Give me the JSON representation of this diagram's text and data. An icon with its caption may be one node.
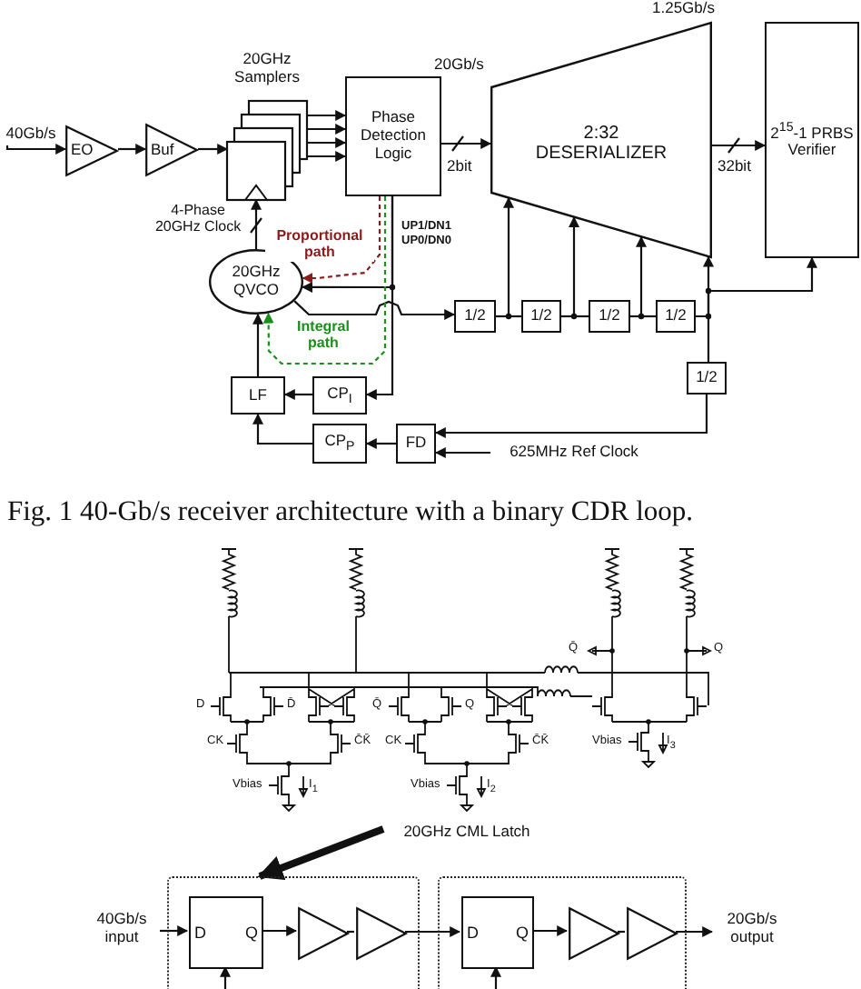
{
  "diagram": {
    "caption": "Fig. 1 40-Gb/s receiver architecture with a binary CDR loop.",
    "nodes": [
      {
        "text": [
          "EO"
        ]
      },
      {
        "text": [
          "Buf"
        ]
      },
      {
        "text": [
          "20GHz Samplers"
        ]
      },
      {
        "text": [
          "Phase Detection Logic"
        ]
      },
      {
        "text": [
          "2:32 DESERIALIZER"
        ],
        "beside": [
          "1.25Gb/s"
        ]
      },
      {
        "text": [
          "2$^{15}$-1 PRBS Verifier"
        ]
      },
      {
        "text": [
          "20GHz QVCO"
        ]
      },
      {
        "text": [
          "LF"
        ]
      },
      {
        "text": [
          "CP$_{I}$"
        ]
      },
      {
        "text": [
          "CP$_{P}$"
        ]
      },
      {
        "text": [
          "FD"
        ]
      },
      {
        "text": [
          "1/2"
        ]
      },
      {
        "text": [
          "1/2"
        ]
      },
      {
        "text": [
          "1/2"
        ]
      },
      {
        "text": [
          "1/2"
        ]
      },
      {
        "text": [
          "1/2"
        ]
      },
      {
        "text": [
          "20GHz CML Latch"
        ]
      },
      {
        "text": [
          "40Gb/s input"
        ]
      },
      {
        "text": [],
        "shape": "box"
      },
      {
        "text": [
          "D",
          "Q"
        ],
        "in": 18
      },
      {
        "text": [],
        "shape": "triangle",
        "in": 18
      },
      {
        "text": [],
        "shape": "triangle",
        "in": 18
      },
      {
        "text": [],
        "shape": "box"
      },
      {
        "text": [
          "D",
          "Q"
        ],
        "in": 22
      },
      {
        "text": [],
        "shape": "triangle",
        "in": 22
      },
      {
        "text": [],
        "shape": "triangle",
        "in": 22
      },
      {
        "text": [
          "20Gb/s output"
        ]
      },
      {
        "text": [
          "40Gb/s"
        ]
      },
      {
        "text": [
          "625MHz Ref Clock"
        ]
      }
    ],
    "edges": [
      {
        "from": 27,
        "to": 0,
        "arrow": "to"
      },
      {
        "from": 0,
        "to": 1,
        "arrow": "to"
      },
      {
        "from": 1,
        "to": 2,
        "arrow": "to"
      },
      {
        "from": 2,
        "to": 3,
        "arrow": "to"
      },
      {
        "from": 3,
        "to": 4,
        "arrow": "to"
      },
      {
        "from": 4,
        "to": 5,
        "arrow": "to"
      },
      {
        "from": 6,
        "to": 2,
        "arrow": "to"
      },
      {
        "from": 3,
        "to": 6,
        "arrow": "to"
      },
      {
        "from": 3,
        "to": 8,
        "arrow": "to"
      },
      {
        "from": 8,
        "to": 7,
        "arrow": "to"
      },
      {
        "from": 7,
        "to": 6,
        "arrow": "to"
      },
      {
        "from": 9,
        "to": 7,
        "arrow": "to"
      },
      {
        "from": 10,
        "to": 9,
        "arrow": "to"
      },
      {
        "from": 28,
        "to": 10,
        "arrow": "to"
      },
      {
        "from": 6,
        "to": 11,
        "arrow": "to"
      },
      {
        "from": 11,
        "to": 12,
        "arrow": "none"
      },
      {
        "from": 12,
        "to": 13,
        "arrow": "none"
      },
      {
        "from": 13,
        "to": 14,
        "arrow": "none"
      },
      {
        "from": 11,
        "to": 4,
        "arrow": "to"
      },
      {
        "from": 12,
        "to": 4,
        "arrow": "to"
      },
      {
        "from": 13,
        "to": 4,
        "arrow": "to"
      },
      {
        "from": 14,
        "to": 4,
        "arrow": "to"
      },
      {
        "from": 14,
        "to": 5,
        "arrow": "to"
      },
      {
        "from": 14,
        "to": 15,
        "arrow": "none"
      },
      {
        "from": 15,
        "to": 10,
        "arrow": "to"
      },
      {
        "from": 3,
        "to": 6,
        "arrow": "to",
        "label": "Proportional path",
        "style": "dashed",
        "color": "#8b1a1a"
      },
      {
        "from": 3,
        "to": 6,
        "arrow": "to",
        "label": "Integral path",
        "style": "dashed",
        "color": "#1a8f1a"
      },
      {
        "from": 16,
        "to": 18,
        "arrow": "to",
        "style": "thick"
      },
      {
        "from": 17,
        "to": 19,
        "arrow": "to"
      },
      {
        "from": 19,
        "to": 20,
        "arrow": "to"
      },
      {
        "from": 20,
        "to": 21,
        "arrow": "none"
      },
      {
        "from": 21,
        "to": 23,
        "arrow": "to"
      },
      {
        "from": 23,
        "to": 24,
        "arrow": "to"
      },
      {
        "from": 24,
        "to": 25,
        "arrow": "none"
      },
      {
        "from": 25,
        "to": 26,
        "arrow": "to"
      },
      {
        "from": null,
        "to": 19,
        "arrow": "to"
      },
      {
        "from": null,
        "to": 23,
        "arrow": "to"
      }
    ],
    "labels": [
      "4-Phase 20GHz Clock",
      "UP1/DN1",
      "UP0/DN0",
      "20Gb/s",
      "2bit",
      "32bit",
      "Q̄",
      "Q",
      "D",
      "D̄",
      "Q̄",
      "Q",
      "CK",
      "C̄K̄",
      "CK",
      "C̄K̄",
      "Vbias",
      "I$_{3}$",
      "Vbias",
      "I$_{1}$",
      "Vbias",
      "I$_{2}$"
    ]
  }
}
